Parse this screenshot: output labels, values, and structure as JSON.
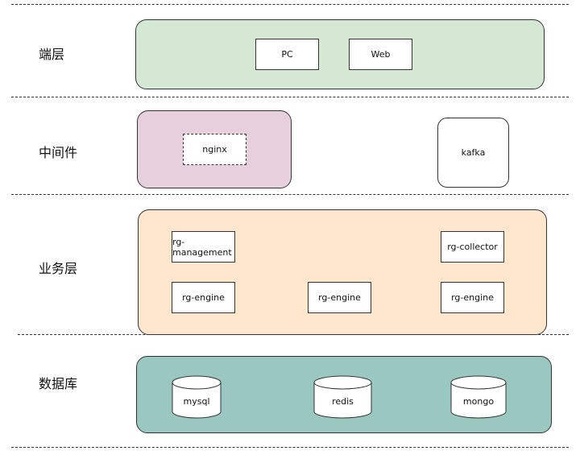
{
  "layers": {
    "client": {
      "label": "端层",
      "color": "#d5e8d4",
      "nodes": [
        "PC",
        "Web"
      ]
    },
    "middleware": {
      "label": "中间件",
      "color": "#e6d0de",
      "nodes": [
        "nginx",
        "kafka"
      ]
    },
    "business": {
      "label": "业务层",
      "color": "#ffe6cc",
      "nodes": [
        "rg-management",
        "rg-collector",
        "rg-engine",
        "rg-engine",
        "rg-engine"
      ]
    },
    "data": {
      "label": "数据库",
      "color": "#9ac7bf",
      "nodes": [
        "mysql",
        "redis",
        "mongo"
      ]
    }
  }
}
